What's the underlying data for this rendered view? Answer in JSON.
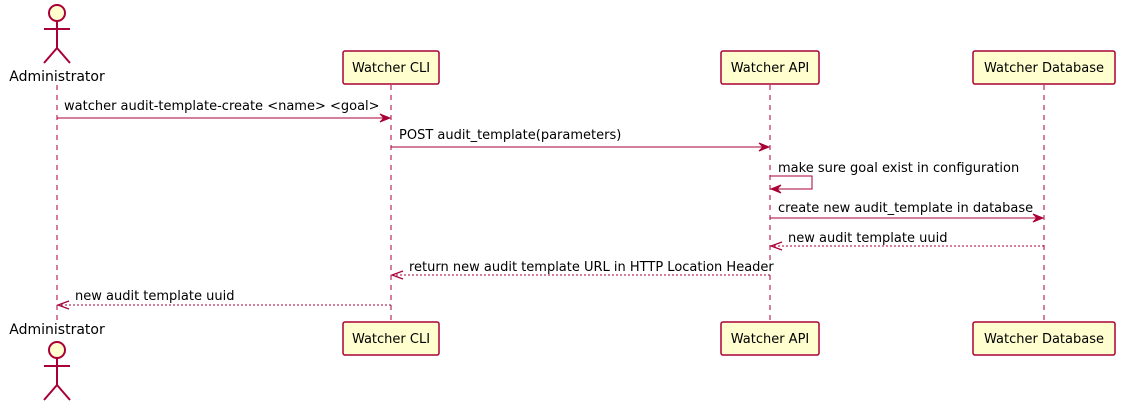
{
  "participants": [
    {
      "id": "admin",
      "label": "Administrator",
      "kind": "actor"
    },
    {
      "id": "cli",
      "label": "Watcher CLI",
      "kind": "participant"
    },
    {
      "id": "api",
      "label": "Watcher API",
      "kind": "participant"
    },
    {
      "id": "db",
      "label": "Watcher Database",
      "kind": "participant"
    }
  ],
  "messages": [
    {
      "from": "admin",
      "to": "cli",
      "label": "watcher audit-template-create <name> <goal>",
      "style": "solid"
    },
    {
      "from": "cli",
      "to": "api",
      "label": "POST audit_template(parameters)",
      "style": "solid"
    },
    {
      "from": "api",
      "to": "api",
      "label": "make sure goal exist in configuration",
      "style": "solid"
    },
    {
      "from": "api",
      "to": "db",
      "label": "create new audit_template in database",
      "style": "solid"
    },
    {
      "from": "db",
      "to": "api",
      "label": "new audit template uuid",
      "style": "dashed"
    },
    {
      "from": "api",
      "to": "cli",
      "label": "return new audit template URL in HTTP Location Header",
      "style": "dashed"
    },
    {
      "from": "cli",
      "to": "admin",
      "label": "new audit template uuid",
      "style": "dashed"
    }
  ],
  "colors": {
    "border": "#A80036",
    "fill": "#FEFECE",
    "text": "#000000"
  }
}
